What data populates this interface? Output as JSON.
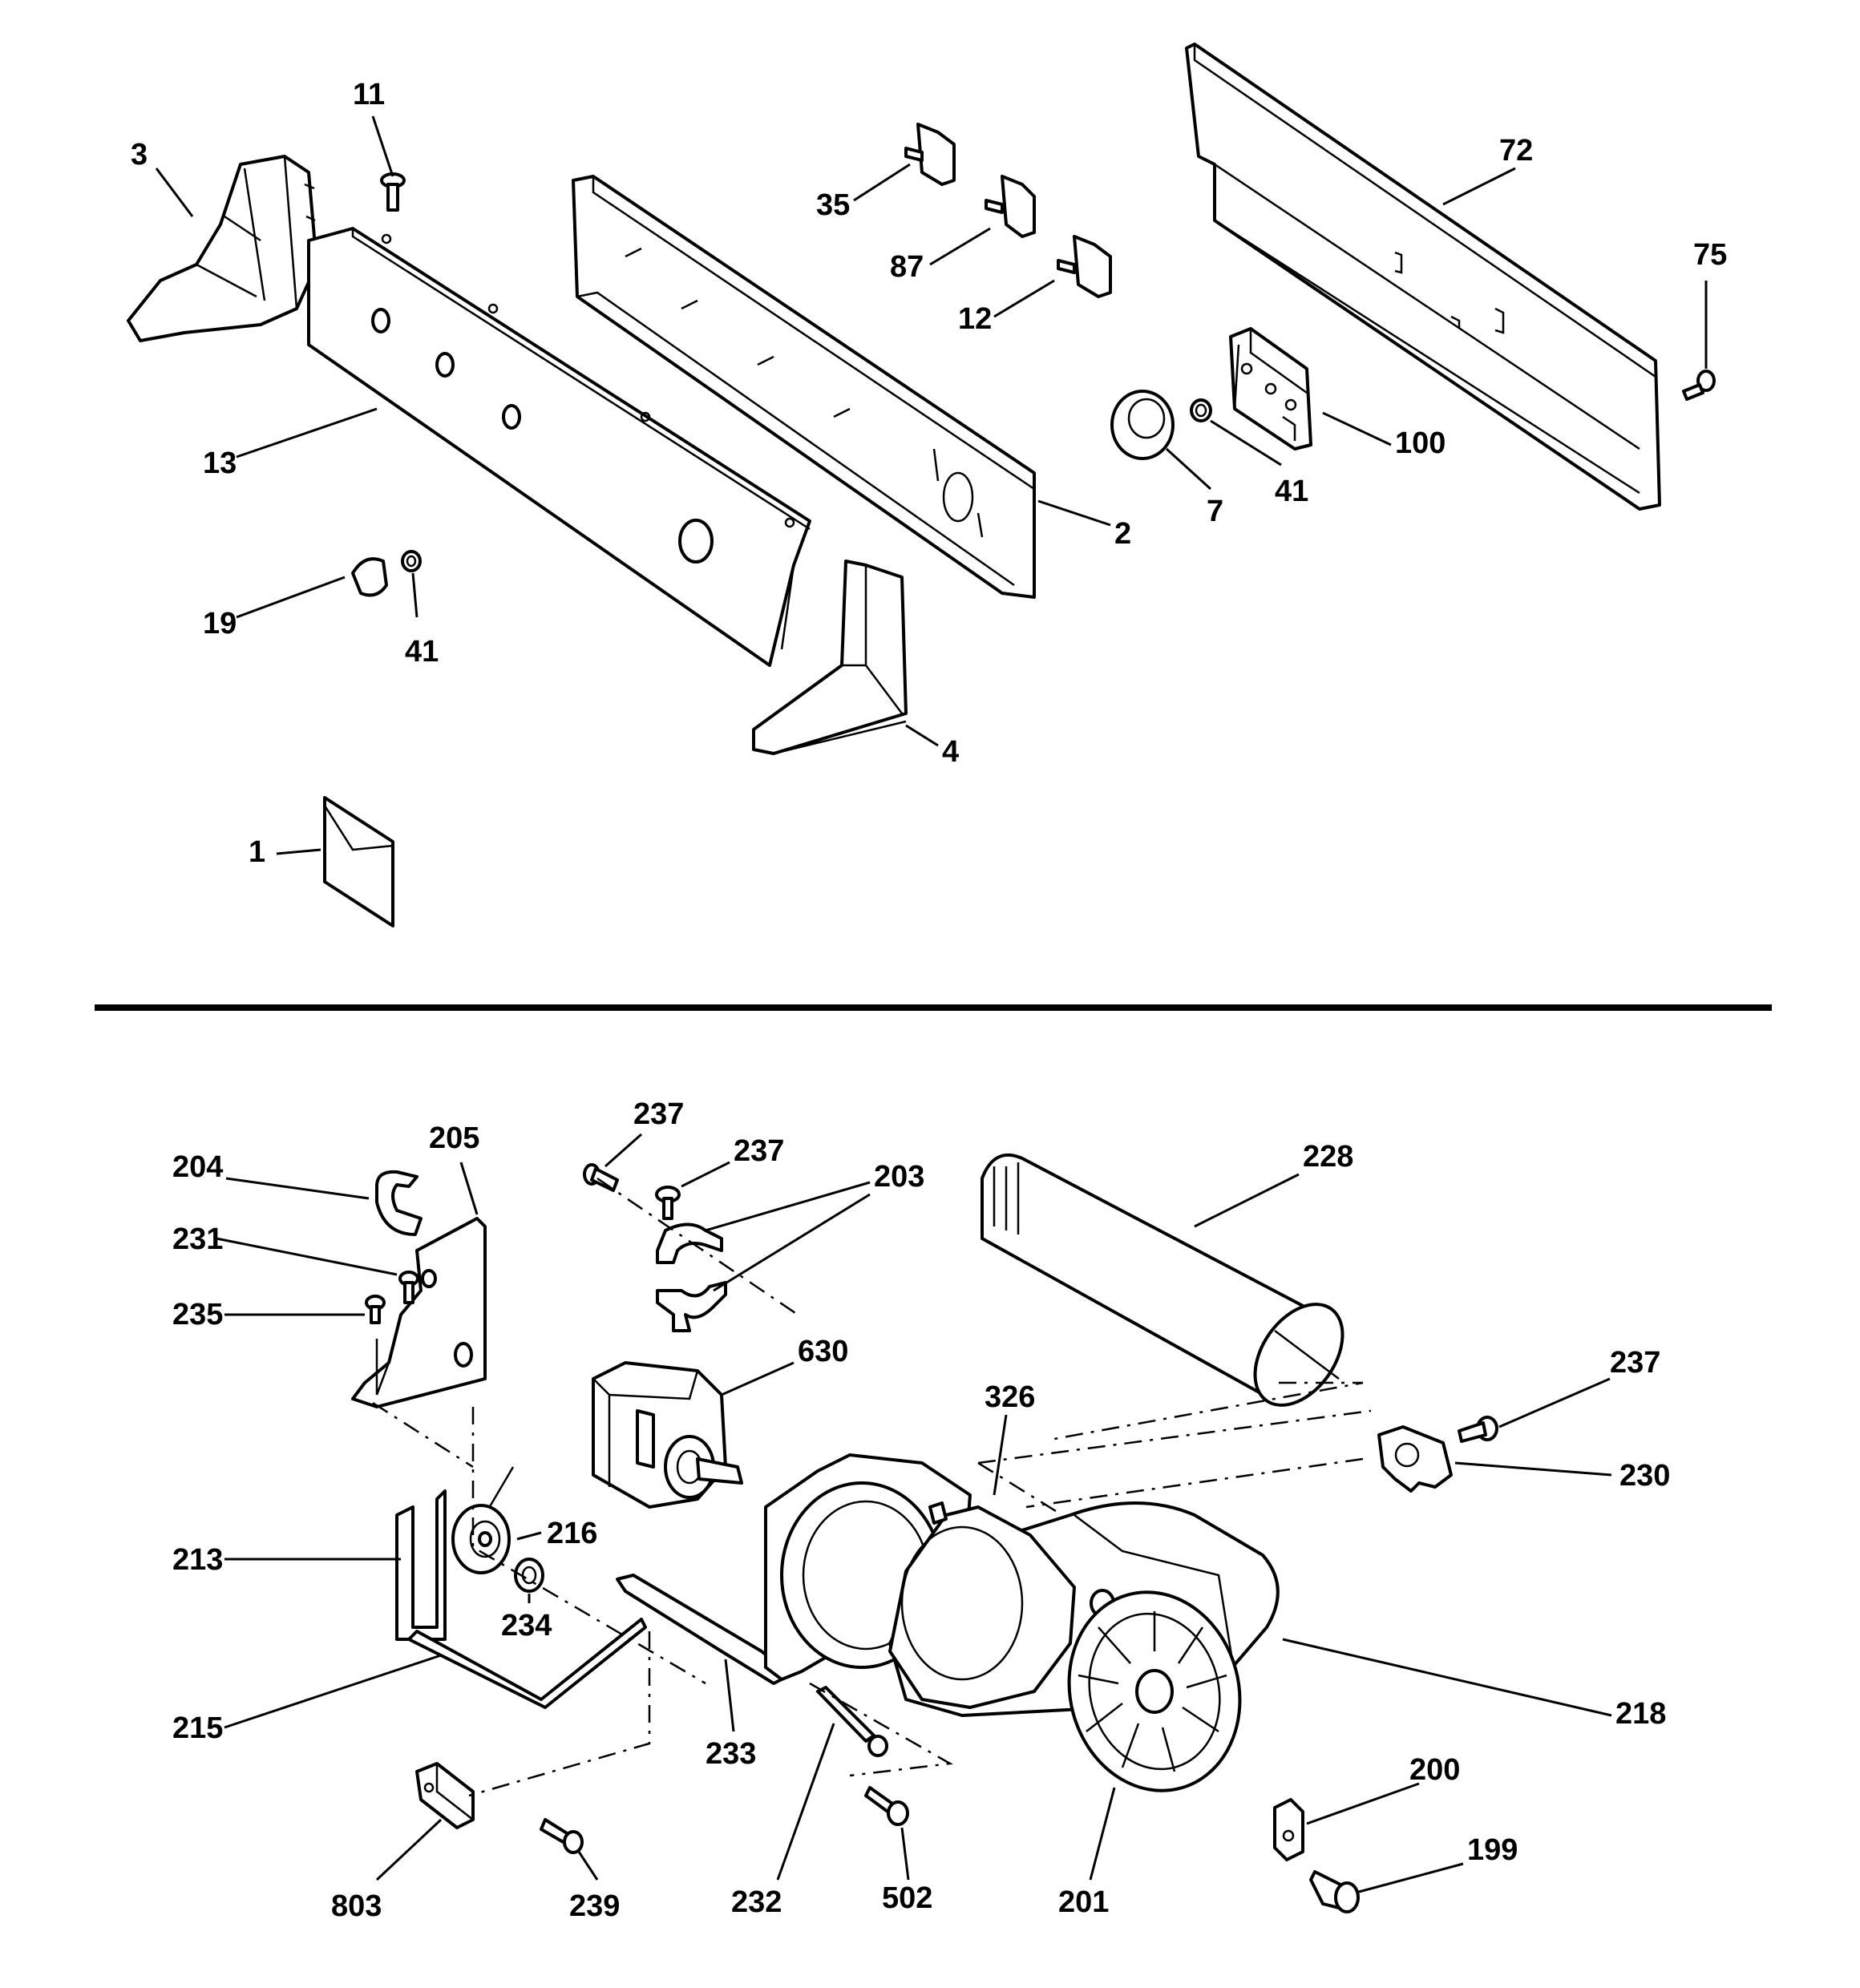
{
  "diagram": {
    "callouts_top": [
      {
        "id": "11",
        "label": "11"
      },
      {
        "id": "3",
        "label": "3"
      },
      {
        "id": "35",
        "label": "35"
      },
      {
        "id": "87",
        "label": "87"
      },
      {
        "id": "12",
        "label": "12"
      },
      {
        "id": "72",
        "label": "72"
      },
      {
        "id": "75",
        "label": "75"
      },
      {
        "id": "13",
        "label": "13"
      },
      {
        "id": "100",
        "label": "100"
      },
      {
        "id": "41a",
        "label": "41"
      },
      {
        "id": "7",
        "label": "7"
      },
      {
        "id": "2",
        "label": "2"
      },
      {
        "id": "19",
        "label": "19"
      },
      {
        "id": "41b",
        "label": "41"
      },
      {
        "id": "4",
        "label": "4"
      },
      {
        "id": "1",
        "label": "1"
      }
    ],
    "callouts_bottom": [
      {
        "id": "237a",
        "label": "237"
      },
      {
        "id": "237b",
        "label": "237"
      },
      {
        "id": "203",
        "label": "203"
      },
      {
        "id": "228",
        "label": "228"
      },
      {
        "id": "205",
        "label": "205"
      },
      {
        "id": "204",
        "label": "204"
      },
      {
        "id": "231",
        "label": "231"
      },
      {
        "id": "235",
        "label": "235"
      },
      {
        "id": "630",
        "label": "630"
      },
      {
        "id": "326",
        "label": "326"
      },
      {
        "id": "237c",
        "label": "237"
      },
      {
        "id": "230",
        "label": "230"
      },
      {
        "id": "213",
        "label": "213"
      },
      {
        "id": "216",
        "label": "216"
      },
      {
        "id": "234",
        "label": "234"
      },
      {
        "id": "218",
        "label": "218"
      },
      {
        "id": "215",
        "label": "215"
      },
      {
        "id": "233",
        "label": "233"
      },
      {
        "id": "200",
        "label": "200"
      },
      {
        "id": "199",
        "label": "199"
      },
      {
        "id": "803",
        "label": "803"
      },
      {
        "id": "239",
        "label": "239"
      },
      {
        "id": "232",
        "label": "232"
      },
      {
        "id": "502",
        "label": "502"
      },
      {
        "id": "201",
        "label": "201"
      }
    ]
  }
}
